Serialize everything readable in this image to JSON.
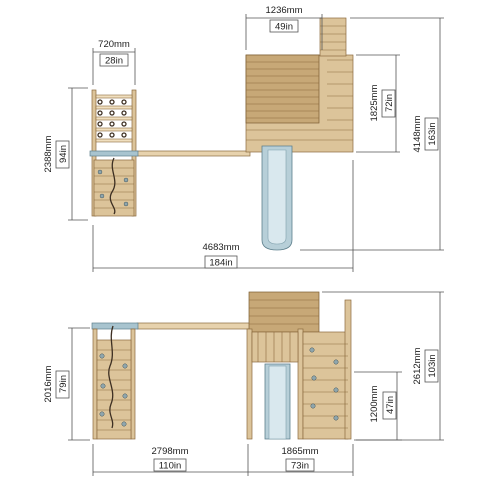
{
  "dimensions": {
    "top_climber_width": {
      "mm": "720mm",
      "in": "28in"
    },
    "top_climber_length": {
      "mm": "2388mm",
      "in": "94in"
    },
    "top_tower_width": {
      "mm": "1236mm",
      "in": "49in"
    },
    "top_tower_depth": {
      "mm": "1825mm",
      "in": "72in"
    },
    "top_overall_depth": {
      "mm": "4148mm",
      "in": "163in"
    },
    "top_overall_width": {
      "mm": "4683mm",
      "in": "184in"
    },
    "front_climber_height": {
      "mm": "2016mm",
      "in": "79in"
    },
    "front_overall_height": {
      "mm": "2612mm",
      "in": "103in"
    },
    "front_platform_height": {
      "mm": "1200mm",
      "in": "47in"
    },
    "front_climber_span": {
      "mm": "2798mm",
      "in": "110in"
    },
    "front_tower_width": {
      "mm": "1865mm",
      "in": "73in"
    }
  },
  "colors": {
    "timber": "#dcc49a",
    "timber_dark": "#c7a877",
    "slide": "#b7cfd8",
    "rope": "#3d2f22",
    "dimension_line": "#555555"
  }
}
